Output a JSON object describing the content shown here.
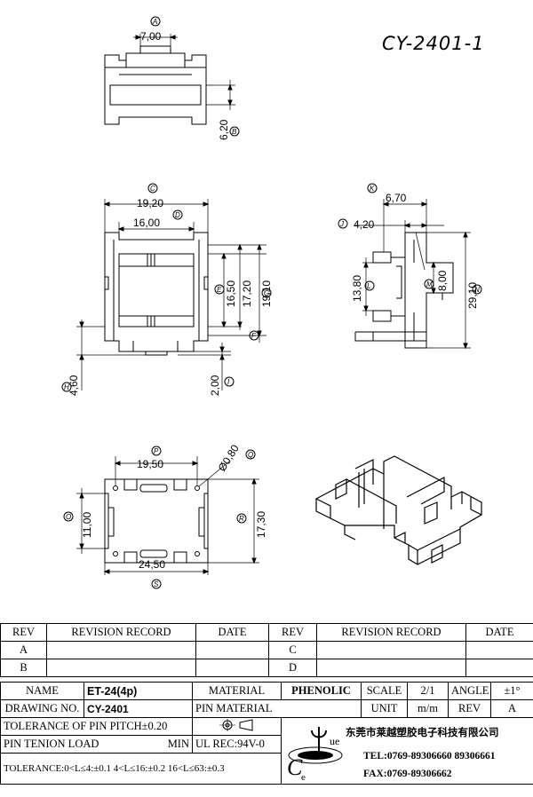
{
  "drawing_title": "CY-2401-1",
  "views": {
    "top": {
      "dim_a_value": "7,00",
      "dim_a_label": "A",
      "dim_b_value": "6,20",
      "dim_b_label": "B"
    },
    "front": {
      "dim_c_value": "19,20",
      "dim_c_label": "C",
      "dim_d_value": "16,00",
      "dim_d_label": "D",
      "dim_e_value": "16,50",
      "dim_e_label": "E",
      "dim_f_label": "F",
      "dim_g_value": "19,10",
      "dim_g_label": "G",
      "dim_172_value": "17,20",
      "dim_h_value": "4,60",
      "dim_h_label": "H",
      "dim_i_value": "2,00",
      "dim_i_label": "I"
    },
    "side": {
      "dim_k_value": "6,70",
      "dim_k_label": "K",
      "dim_j_value": "4,20",
      "dim_j_label": "J",
      "dim_l_value": "13,80",
      "dim_l_label": "L",
      "dim_m_value": "8,00",
      "dim_m_label": "M",
      "dim_n_value": "29,10",
      "dim_n_label": "N"
    },
    "bottom": {
      "dim_p_value": "19,50",
      "dim_p_label": "P",
      "dim_q_value": "Ø0,80",
      "dim_q_label": "Q",
      "dim_o_value": "11,00",
      "dim_o_label": "O",
      "dim_r_value": "17,30",
      "dim_r_label": "R",
      "dim_s_value": "24,50",
      "dim_s_label": "S"
    }
  },
  "revision_table": {
    "headers": [
      "REV",
      "REVISION RECORD",
      "DATE",
      "REV",
      "REVISION RECORD",
      "DATE"
    ],
    "rows": [
      {
        "rev_left": "A",
        "rev_right": "C"
      },
      {
        "rev_left": "B",
        "rev_right": "D"
      }
    ]
  },
  "title_block": {
    "name_label": "NAME",
    "name_value": "ET-24(4p)",
    "material_label": "MATERIAL",
    "material_value": "PHENOLIC",
    "scale_label": "SCALE",
    "scale_value": "2/1",
    "angle_label": "ANGLE",
    "angle_value": "±1°",
    "drawing_no_label": "DRAWING NO.",
    "drawing_no_value": "CY-2401",
    "pin_material_label": "PIN MATERIAL",
    "unit_label": "UNIT",
    "unit_value": "m/m",
    "rev_label": "REV",
    "rev_value": "A",
    "pin_pitch_tolerance": "TOLERANCE OF PIN PITCH±0.20",
    "pin_tension_label": "PIN TENION LOAD",
    "pin_tension_min": "MIN",
    "ul_rec": "UL REC:94V-0",
    "tolerance": "TOLERANCE:0<L≤4:±0.1  4<L≤16:±0.2  16<L≤63:±0.3",
    "company_cn": "东莞市莱越塑胶电子科技有限公司",
    "tel": "TEL:0769-89306660 89306661",
    "fax": "FAX:0769-89306662",
    "logo_letters": {
      "c": "C",
      "e": "e",
      "u": "ue"
    }
  }
}
